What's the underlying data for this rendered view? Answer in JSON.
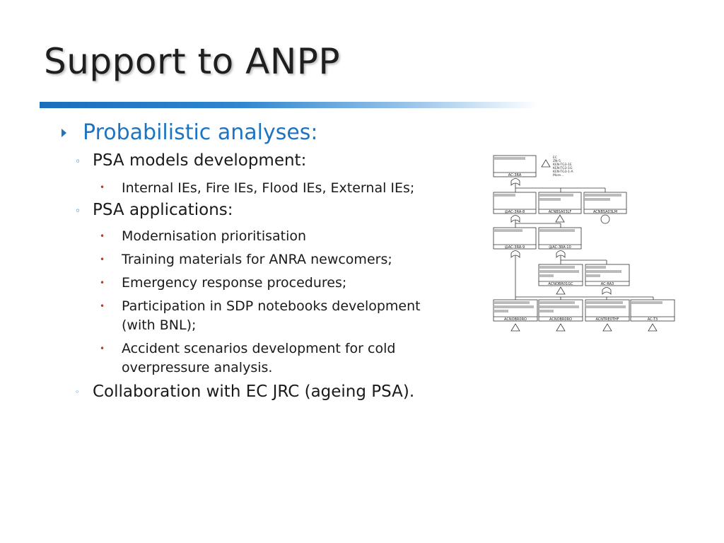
{
  "slide": {
    "title": "Support to ANPP",
    "level1": "Probabilistic analyses:",
    "psa_models": "PSA models development:",
    "psa_models_item": "Internal IEs, Fire IEs, Flood IEs, External IEs;",
    "psa_applications": "PSA applications:",
    "app_items": [
      "Modernisation prioritisation",
      "Training materials for ANRA newcomers;",
      "Emergency response procedures;",
      "Participation in SDP notebooks development",
      "(with BNL);",
      "Accident scenarios development for cold",
      "overpressure analysis."
    ],
    "collaboration": "Collaboration with EC JRC (ageing PSA)."
  },
  "colors": {
    "accent": "#1f74c2",
    "sub_bullet": "#c0392b"
  },
  "diagram": {
    "top_id": "AC-3RA",
    "side_list": [
      "EC",
      "ZN-5",
      "KEN-TG3-1E",
      "KEN-TG3-1G",
      "KEN-TG3-1-A",
      "More..."
    ],
    "row2_ids": [
      "@AC-3RA-8",
      "ACNBSA03LF",
      "ACNBSA03LM"
    ],
    "row3_ids": [
      "@AC-3RA-9",
      "@AC-3RA-10"
    ],
    "row4_ids": [
      "ACNOBR01GC",
      "AC-RA3"
    ],
    "row5_ids": [
      "ACNOBR0RO",
      "ACNOBR0RO",
      "ACNTRE0THF",
      "AC-T3"
    ]
  }
}
